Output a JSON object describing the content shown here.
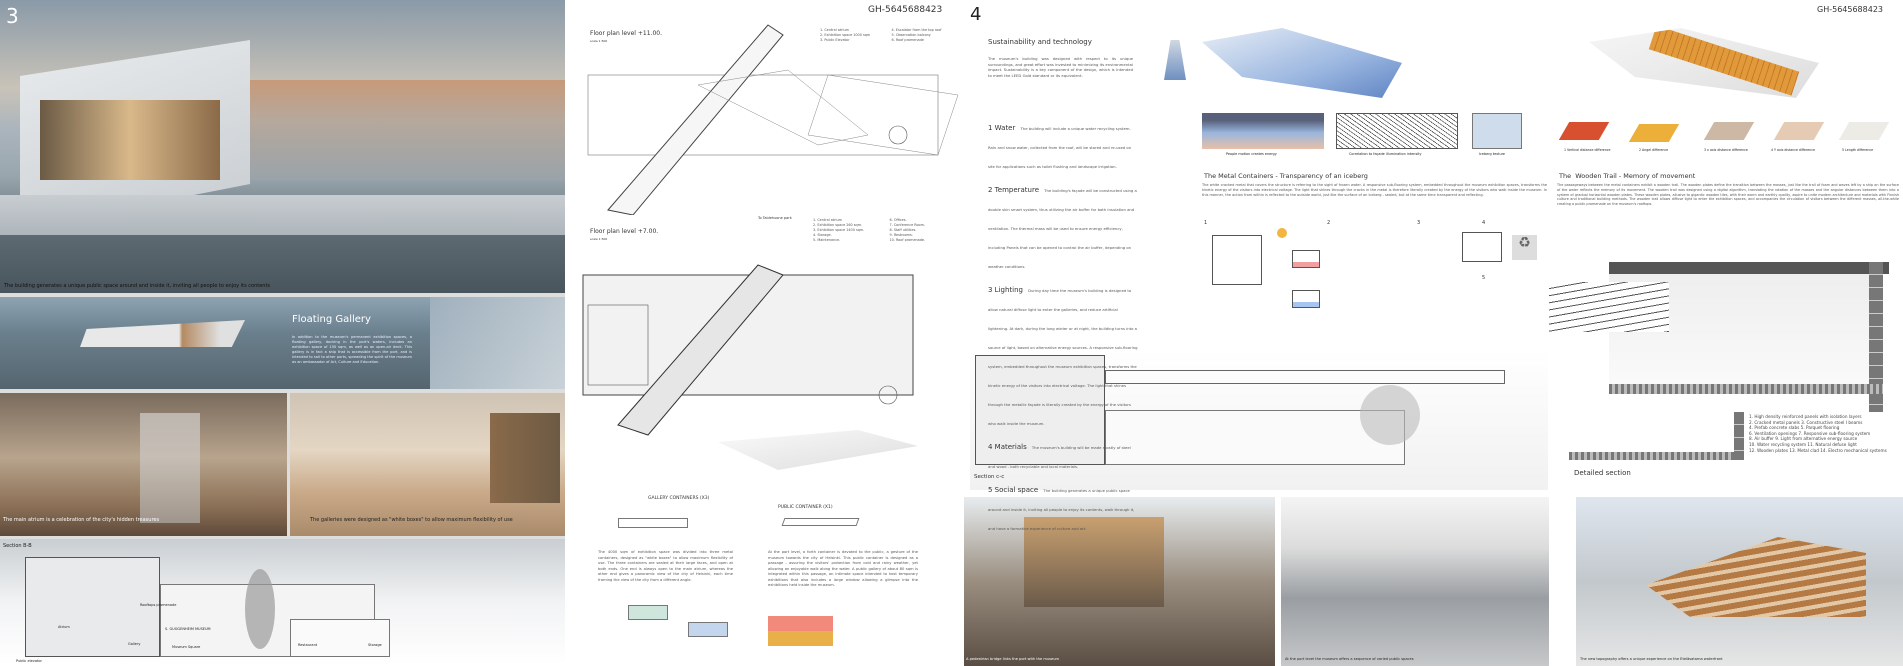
{
  "board1": {
    "page_number": "3",
    "hero_caption": "The building generates a unique public space around and inside it, inviting all people to enjoy its contents",
    "floating": {
      "title": "Floating Gallery",
      "text": "In addition to the museum's permanent exhibition spaces, a floating gallery, docking in the port's waters, includes an exhibition space of 150 sqm, as well as an open-air deck. This gallery is in fact a ship that is accessible from the port, and is intended to sail to other ports, spreading the spirit of the museum as an ambassador of Art, Culture and Education."
    },
    "atrium_caption": "The main atrium is a celebration of the city's hidden treasures",
    "gallery_caption": "The galleries were designed as \"white boxes\" to allow maximum flexibility of use",
    "section": {
      "title": "Section B-B",
      "labels": [
        "Rooftops promenade",
        "Atrium",
        "Gallery",
        "S. GUGGENHEIM MUSEUM",
        "Museum Square",
        "Restaurant",
        "Storage",
        "Public elevator"
      ]
    }
  },
  "board2": {
    "code": "GH-5645688423",
    "plan1": {
      "title": "Floor plan level +11.00.",
      "scale": "scale 1:500",
      "legend": [
        "1. Central atrium",
        "2. Exhibition space 1000 sqm",
        "3. Public Elevator",
        "4. Escalator from the top roof",
        "5. Observation balcony",
        "6. Roof promenade"
      ]
    },
    "plan2": {
      "title": "Floor plan level +7.00.",
      "scale": "scale 1:500",
      "note": "To Taidehuone park",
      "legend": [
        "1. Central atrium",
        "2. Exhibition space 260 sqm.",
        "3. Exhibition space 1400 sqm.",
        "4. Storage.",
        "5. Maintenance.",
        "6. Offices.",
        "7. Conference Room.",
        "8. Staff utilities.",
        "9. Restrooms.",
        "10. Roof promenade."
      ]
    },
    "gallery_containers": "GALLERY CONTAINERS (X3)",
    "public_container": "PUBLIC CONTAINER (X1)",
    "gallery_text": "The 4000 sqm of exhibition space was divided into three metal containers, designed as \"white boxes\" to allow maximum flexibility of use. The three containers are sealed at their large faces, and open at both ends. One end is always open to the main atrium, whereas the other end gives a panoramic view of the city of Helsinki, each time framing the view of the city from a different angle.",
    "public_text": "At the port level, a forth container is devoted to the public, a gesture of the museum towards the city of Helsinki. This public container is designed as a passage - assuring the visitors' protection from cold and rainy weather, yet allowing an enjoyable walk along the water. A public gallery of about 80 sqm is integrated within this passage, an intimate space intended to host temporary exhibitions that also includes a large window allowing a glimpse into the exhibitions held inside the museum."
  },
  "board3": {
    "page_number": "4",
    "title": "Sustainability and technology",
    "intro": "The museum's building was designed with respect to its unique surroundings, and great effort was invested to minimizing its environmental impact. Sustainability is a key component of the design, which is intended to meet the LEED Gold standard or its equivalent.",
    "items": [
      {
        "head": "1 Water",
        "text": "The building will include a unique water recycling system. Rain and snow water, collected from the roof, will be stored and re-used on site for applications such as toilet flushing and landscape irrigation."
      },
      {
        "head": "2 Temperature",
        "text": "The building's façade will be constructed using a double skin smart system, thus utilizing the air buffer for both insulation and ventilation. The thermal mass will be used to ensure energy efficiency, including Panels that can be opened to control the air buffer, depending on weather conditions."
      },
      {
        "head": "3 Lighting",
        "text": "During day time the museum's building is designed to allow natural diffuse light to enter the galleries, and reduce artificial lightening. At dark, during the long winter or at night, the building turns into a source of light, based on alternative energy sources. A responsive sub-flooring system, embedded throughout the museum exhibition spaces, transforms the kinetic energy of the visitors into electrical voltage. The light that shines through the metallic façade is literally created by the energy of the visitors who walk inside the museum."
      },
      {
        "head": "4 Materials",
        "text": "The museum's building will be made mostly of steel and wood - both recyclable and local materials."
      },
      {
        "head": "5 Social space",
        "text": "The building generates a unique public space around and inside it, inviting all people to enjoy its contents, walk through it, and have a formative experience of culture and art."
      }
    ],
    "thumb_captions": [
      "People motion creates energy",
      "Correlation to façade illumination intensity",
      "Iceberg texture"
    ],
    "metal_title": "The Metal Containers - Transparency of an iceberg",
    "metal_text": "The white cracked metal that covers the structure is referring to the sight of frozen water. A responsive sub-flooring system, embedded throughout the museum exhibition spaces, transforms the kinetic energy of the visitors into electrical voltage. The light that shines through the cracks in the metal is therefore literally created by the energy of the visitors who walk inside the museum. In this manner, the action from within is reflected to the outside world, just like the surface of an iceberg - sealed, but at the same time transparent and reflecting.",
    "diagram_numbers": [
      "1",
      "2",
      "3",
      "4",
      "5"
    ],
    "section_title": "Section c-c"
  },
  "board4": {
    "code": "GH-5645688423",
    "algo_captions": [
      "1 Vertical distance difference",
      "2 Angel difference",
      "3 x axis distance difference",
      "4 Y axis distance difference",
      "5 Length difference"
    ],
    "wood_title": "The  Wooden Trail - Memory of movement",
    "wood_text": "The passageways between the metal containers exhibit a wooden trail. The wooden plates define the transition between the masses, just like the trail of foam and waves left by a ship on the surface of the water reflects the memory of its movement. The wooden trail was designed using a digital algorithm, translating the rotation of the masses and the angular distances between them into a system of gradual horizontal wooden plates. These wooden plates, allusive to gigantic wooden tiles, with their warm and earthly quality, aspire to unite modern architecture and materials with Finnish culture and traditional building methods. The wooden trail allows diffuse light to enter the exhibition spaces, and accompanies the circulation of visitors between the different masses, all-the-while creating a public promenade on the museum's rooftops.",
    "detail_title": "Detailed section",
    "detail_legend": [
      "1. High density reinforced panels with isolation layers",
      "2. Cracked metal panels   3. Constructive steel I beams",
      "4. Prefab concrete slabs   5. Parquet flooring",
      "6. Ventilation openings   7. Responsive sub-flooring system",
      "8. Air buffer   9. Light from alternative energy source",
      "10. Water recycling system   11. Natural defuse light",
      "12. Wooden plates   13. Metal clad   14. Electro mechanical systems"
    ],
    "photo_captions": [
      "A pedestrian bridge links the port with the museum",
      "At the port level the museum offers a sequence of varied public spaces",
      "The new topography offers a unique experience on the Eteläsatama waterfront"
    ]
  }
}
